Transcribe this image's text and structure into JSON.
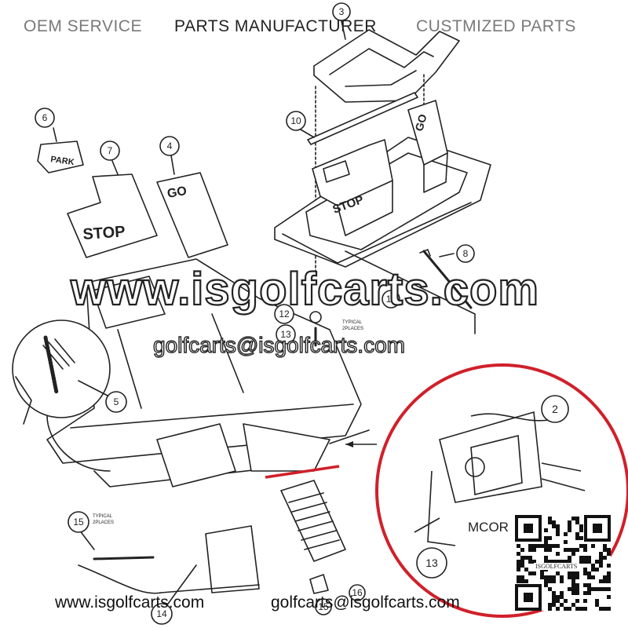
{
  "header": {
    "oem": "OEM SERVICE",
    "manufacturer": "PARTS MANUFACTURER",
    "customized": "CUSTMIZED PARTS"
  },
  "watermark": {
    "site": "www.isgolfcarts.com",
    "email": "golfcarts@isgolfcarts.com"
  },
  "footer": {
    "site": "www.isgolfcarts.com",
    "email": "golfcarts@isgolfcarts.com"
  },
  "labels": {
    "park": "PARK",
    "stop": "STOP",
    "go": "GO",
    "stop_pedal": "STOP",
    "go_pedal": "GO",
    "typical_places_a": "TYPICAL",
    "typical_places_a2": "2PLACES",
    "typical_places_b": "TYPICAL",
    "typical_places_b2": "2PLACES",
    "mcor": "MCOR",
    "qr_brand": "ISGOLFCARTS"
  },
  "callouts": [
    "2",
    "3",
    "4",
    "5",
    "6",
    "7",
    "8",
    "10",
    "11",
    "12",
    "13",
    "13",
    "14",
    "15",
    "15",
    "16"
  ],
  "colors": {
    "line": "#222222",
    "highlight": "#d0202a",
    "header_grey": "#7a7a7a"
  }
}
